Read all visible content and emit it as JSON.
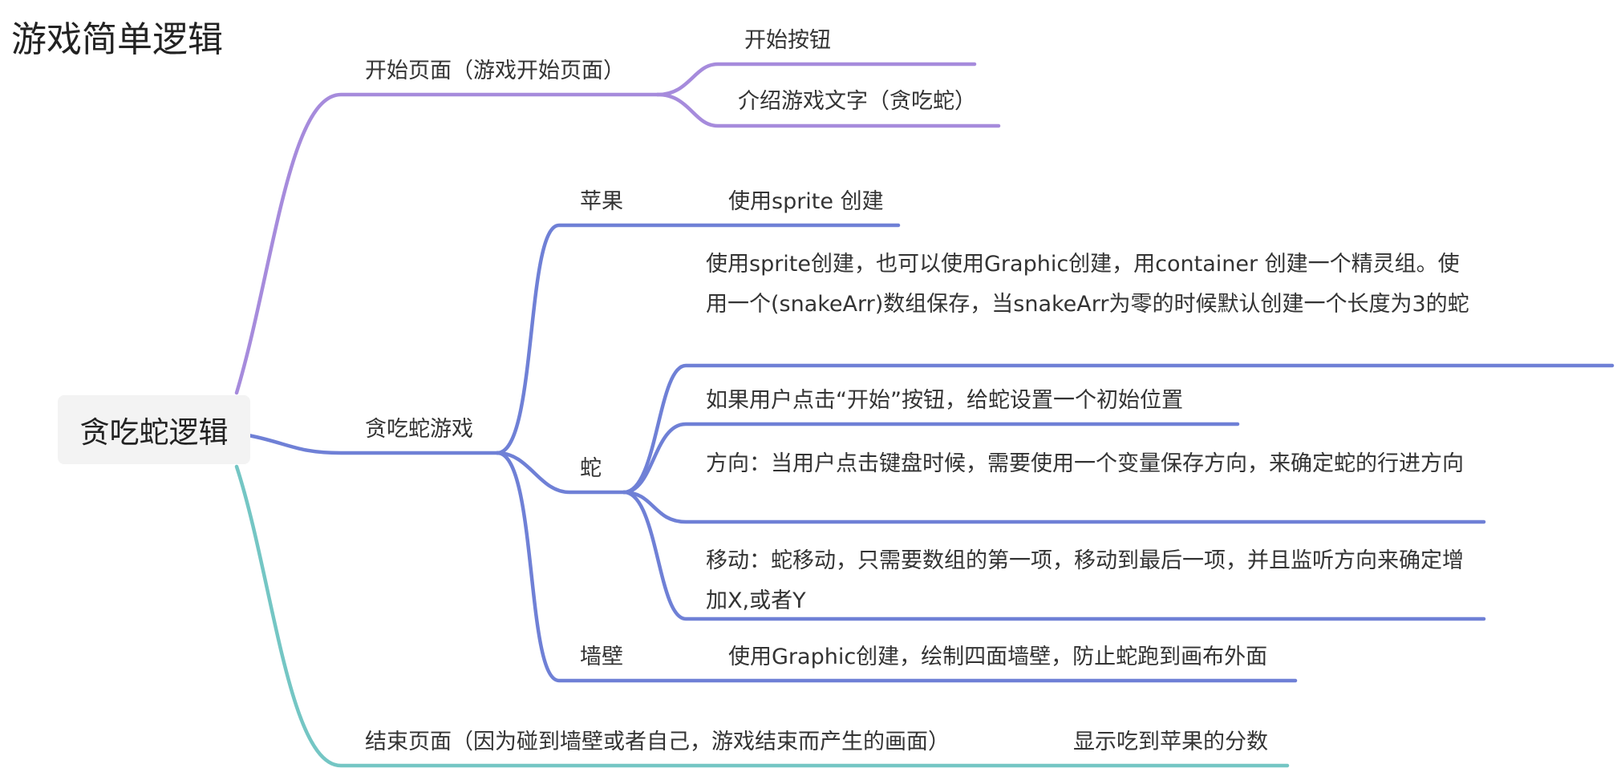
{
  "title": "游戏简单逻辑",
  "root": {
    "label": "贪吃蛇逻辑"
  },
  "colors": {
    "branch_start": "#a68bdc",
    "branch_game": "#6f80d6",
    "branch_end": "#74c6c4"
  },
  "branches": {
    "start_page": {
      "label": "开始页面（游戏开始页面）",
      "children": [
        "开始按钮",
        "介绍游戏文字（贪吃蛇）"
      ]
    },
    "snake_game": {
      "label": "贪吃蛇游戏",
      "apple": {
        "label": "苹果",
        "detail": "使用sprite 创建"
      },
      "snake": {
        "label": "蛇",
        "details": [
          "使用sprite创建，也可以使用Graphic创建，用container 创建一个精灵组。使用一个(snakeArr)数组保存，当snakeArr为零的时候默认创建一个长度为3的蛇",
          "如果用户点击“开始”按钮，给蛇设置一个初始位置",
          "方向：当用户点击键盘时候，需要使用一个变量保存方向，来确定蛇的行进方向",
          "移动：蛇移动，只需要数组的第一项，移动到最后一项，并且监听方向来确定增加X,或者Y"
        ]
      },
      "wall": {
        "label": "墙壁",
        "detail": "使用Graphic创建，绘制四面墙壁，防止蛇跑到画布外面"
      }
    },
    "end_page": {
      "label": "结束页面（因为碰到墙壁或者自己，游戏结束而产生的画面）",
      "children": [
        "显示吃到苹果的分数"
      ]
    }
  }
}
